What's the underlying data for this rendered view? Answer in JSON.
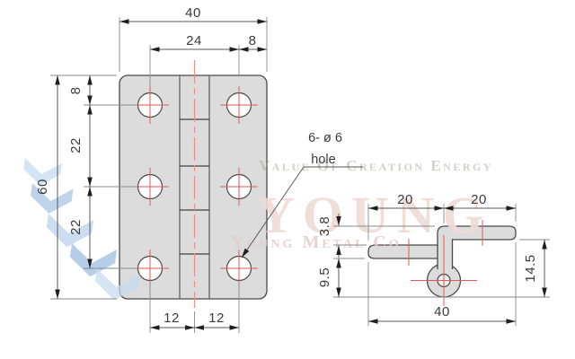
{
  "watermark": {
    "tagline": "Value Of Creation Energy",
    "brand": "YOUNG",
    "company": "Young Metal Co",
    "logo_color_light": "#c7dbf0",
    "logo_color_dark": "#a4c3e4"
  },
  "front_view": {
    "hole_label_line1": "6- ø 6",
    "hole_label_line2": "hole",
    "dim_overall_width": "40",
    "dim_hole_span": "24",
    "dim_hole_edge": "8",
    "dim_overall_height": "60",
    "dim_top_to_hole": "8",
    "dim_hole_pitch_upper": "22",
    "dim_hole_pitch_lower": "22",
    "dim_bottom_left": "12",
    "dim_bottom_right": "12"
  },
  "side_view": {
    "dim_left_leaf": "20",
    "dim_right_leaf": "20",
    "dim_offset": "3.8",
    "dim_leaf_to_base": "9.5",
    "dim_total_height": "14.5",
    "dim_overall_width": "40"
  },
  "colors": {
    "plate_fill": "#dcdcdd",
    "outline": "#4a4a4a",
    "centerline_red": "#f09090",
    "cross_red": "#e05a5a"
  }
}
